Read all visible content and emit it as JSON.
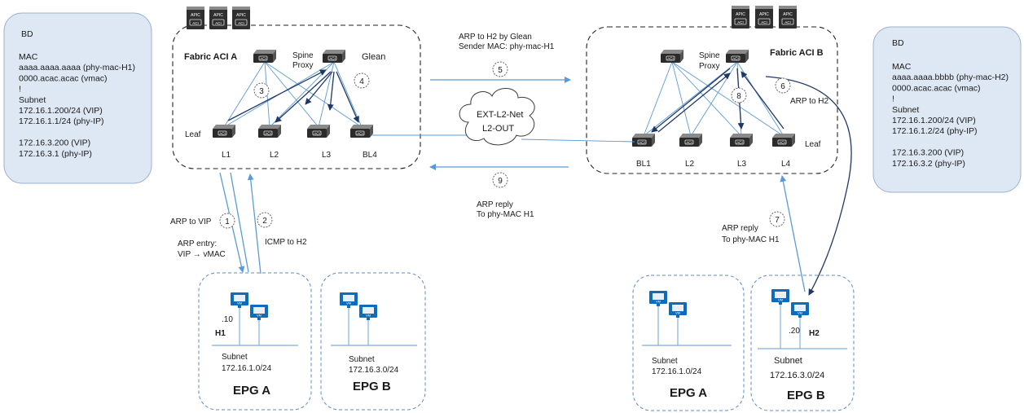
{
  "bd_left": {
    "title": "BD",
    "lines": [
      "MAC",
      "aaaa.aaaa.aaaa (phy-mac-H1)",
      "0000.acac.acac (vmac)",
      "!",
      "Subnet",
      "172.16.1.200/24 (VIP)",
      "172.16.1.1/24 (phy-IP)",
      "",
      "172.16.3.200 (VIP)",
      "172.16.3.1 (phy-IP)"
    ]
  },
  "bd_right": {
    "title": "BD",
    "lines": [
      "MAC",
      "aaaa.aaaa.bbbb (phy-mac-H2)",
      "0000.acac.acac (vmac)",
      "!",
      "Subnet",
      "172.16.1.200/24 (VIP)",
      "172.16.1.2/24 (phy-IP)",
      "",
      "172.16.3.200 (VIP)",
      "172.16.3.2 (phy-IP)"
    ]
  },
  "apic_label": "APIC",
  "aci_label": "ACI",
  "fabric_a": {
    "name": "Fabric ACI A",
    "spine_proxy": [
      "Spine",
      "Proxy"
    ],
    "glean": "Glean",
    "leaf_label": "Leaf",
    "leaves": [
      "L1",
      "L2",
      "L3",
      "BL4"
    ]
  },
  "fabric_b": {
    "name": "Fabric ACI B",
    "spine_proxy": [
      "Spine",
      "Proxy"
    ],
    "leaf_label": "Leaf",
    "leaves": [
      "BL1",
      "L2",
      "L3",
      "L4"
    ]
  },
  "cloud": {
    "line1": "EXT-L2-Net",
    "line2": "L2-OUT"
  },
  "steps": {
    "s1": "1",
    "s2": "2",
    "s3": "3",
    "s4": "4",
    "s5": "5",
    "s6": "6",
    "s7": "7",
    "s8": "8",
    "s9": "9"
  },
  "labels": {
    "arp_to_vip": "ARP to VIP",
    "arp_entry_1": "ARP entry:",
    "arp_entry_2": "VIP → vMAC",
    "icmp_to_h2": "ICMP to H2",
    "glean_msg_1": "ARP to H2 by Glean",
    "glean_msg_2": "Sender MAC: phy-mac-H1",
    "arp_reply_mid_1": "ARP reply",
    "arp_reply_mid_2": "To phy-MAC H1",
    "arp_to_h2": "ARP to H2",
    "arp_reply_right_1": "ARP reply",
    "arp_reply_right_2": "To phy-MAC H1"
  },
  "vm_label": "VM",
  "epgs": [
    {
      "name": "EPG A",
      "subnet_label": "Subnet",
      "subnet": "172.16.1.0/24",
      "host": "H1",
      "host_ip": ".10"
    },
    {
      "name": "EPG B",
      "subnet_label": "Subnet",
      "subnet": "172.16.3.0/24"
    },
    {
      "name": "EPG A",
      "subnet_label": "Subnet",
      "subnet": "172.16.1.0/24"
    },
    {
      "name": "EPG B",
      "subnet_label": "Subnet",
      "subnet": "172.16.3.0/24",
      "host": "H2",
      "host_ip": ".20"
    }
  ]
}
